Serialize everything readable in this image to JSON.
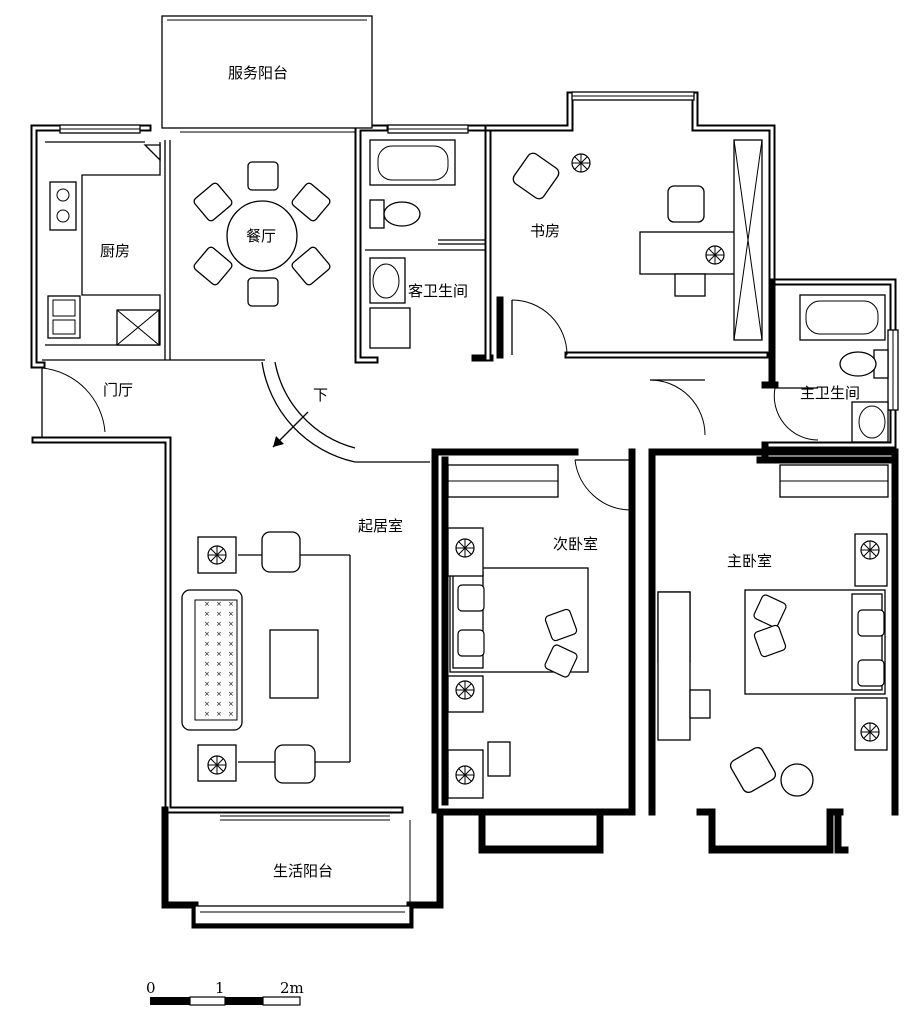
{
  "rooms": {
    "service_balcony": "服务阳台",
    "kitchen": "厨房",
    "dining": "餐厅",
    "guest_bath": "客卫生间",
    "study": "书房",
    "foyer": "门厅",
    "down": "下",
    "master_bath": "主卫生间",
    "living": "起居室",
    "second_bedroom": "次卧室",
    "master_bedroom": "主卧室",
    "living_balcony": "生活阳台"
  },
  "scale": {
    "t0": "0",
    "t1": "1",
    "t2": "2m"
  }
}
